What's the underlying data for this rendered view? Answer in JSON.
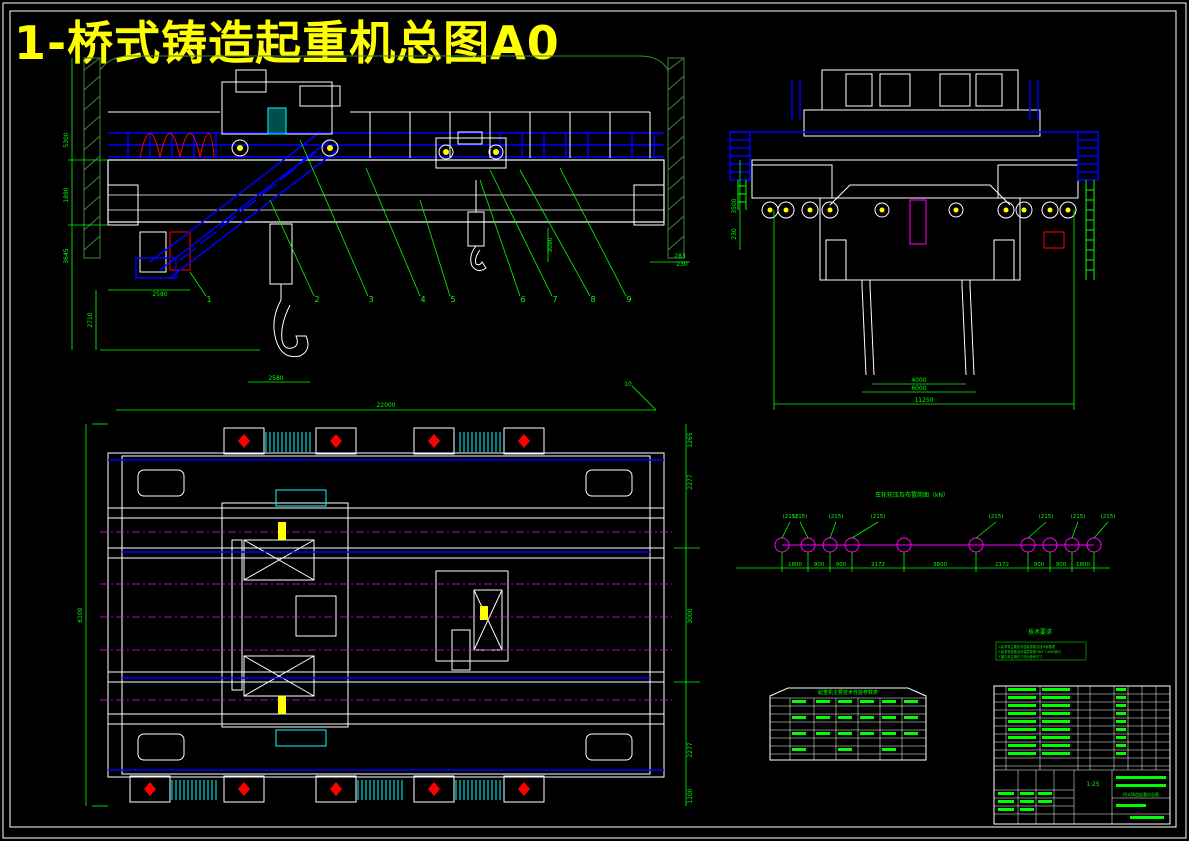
{
  "title": "1-桥式铸造起重机总图A0",
  "colors": {
    "background": "#000000",
    "title": "#ffff00",
    "frame": "#ffffff",
    "structure": "#ffffff",
    "platform": "#0000ff",
    "dimension": "#00ff00",
    "centerline": "#ff00ff",
    "accent": "#ff0000",
    "equipment": "#00ffff"
  },
  "front_view": {
    "part_numbers": [
      "1",
      "2",
      "3",
      "4",
      "5",
      "6",
      "7",
      "8",
      "9"
    ],
    "dimensions": [
      "5300",
      "1890",
      "3645",
      "2710",
      "3080",
      "2580",
      "2580",
      "283",
      "230"
    ]
  },
  "side_view": {
    "dimensions": [
      "3500",
      "230",
      "4000",
      "6000",
      "11250"
    ]
  },
  "plan_view": {
    "span_label": "22000",
    "marker": "10",
    "dimensions": [
      "1265",
      "2277",
      "6100",
      "3000",
      "2277",
      "1100"
    ]
  },
  "wheel_diagram": {
    "title": "车轮轮压及布置简图（kN）",
    "loads": [
      "(215)",
      "(215)",
      "(215)",
      "(215)",
      "(215)",
      "(215)",
      "(215)",
      "(215)"
    ],
    "spacings": [
      "1800",
      "900",
      "900",
      "2172",
      "3600",
      "2172",
      "900",
      "900",
      "1800"
    ]
  },
  "technical_notes": {
    "heading": "技术要求",
    "lines": [
      "1.起重机主要技术性能参数见技术参数表",
      "2.起重机制造及安装质量按GB/T 14405执行",
      "3.图中未注明尺寸均为参考尺寸"
    ]
  },
  "parameter_table": {
    "title": "起重机主要技术性能参数表"
  },
  "title_block": {
    "scale": "1:25",
    "name": "桥式铸造起重机总图"
  }
}
